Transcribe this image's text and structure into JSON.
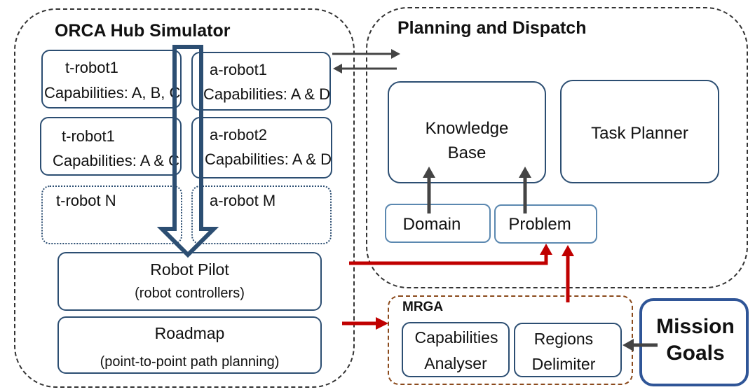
{
  "hub": {
    "title": "ORCA Hub Simulator",
    "robots": [
      {
        "name": "t-robot1",
        "capabilities": "Capabilities: A, B, C"
      },
      {
        "name": "a-robot1",
        "capabilities": "Capabilities: A & D"
      },
      {
        "name": "t-robot1",
        "capabilities": "Capabilities: A & C"
      },
      {
        "name": "a-robot2",
        "capabilities": "Capabilities: A & D"
      },
      {
        "name": "t-robot N",
        "capabilities": ""
      },
      {
        "name": "a-robot M",
        "capabilities": ""
      }
    ],
    "robot_pilot": {
      "title": "Robot Pilot",
      "subtitle": "(robot controllers)"
    },
    "roadmap": {
      "title": "Roadmap",
      "subtitle": "(point-to-point path planning)"
    }
  },
  "planning": {
    "title": "Planning and Dispatch",
    "knowledge_base_line1": "Knowledge",
    "knowledge_base_line2": "Base",
    "task_planner": "Task Planner",
    "domain": "Domain",
    "problem": "Problem"
  },
  "mrga": {
    "title": "MRGA",
    "capabilities_analyser_line1": "Capabilities",
    "capabilities_analyser_line2": "Analyser",
    "regions_delimiter_line1": "Regions",
    "regions_delimiter_line2": "Delimiter"
  },
  "mission_goals": {
    "line1": "Mission",
    "line2": "Goals"
  },
  "colors": {
    "box_border": "#2c4e72",
    "red_arrow": "#c00000",
    "dark_arrow": "#444444",
    "mission_border": "#2f5597",
    "mrga_border": "#8b4a1c"
  }
}
